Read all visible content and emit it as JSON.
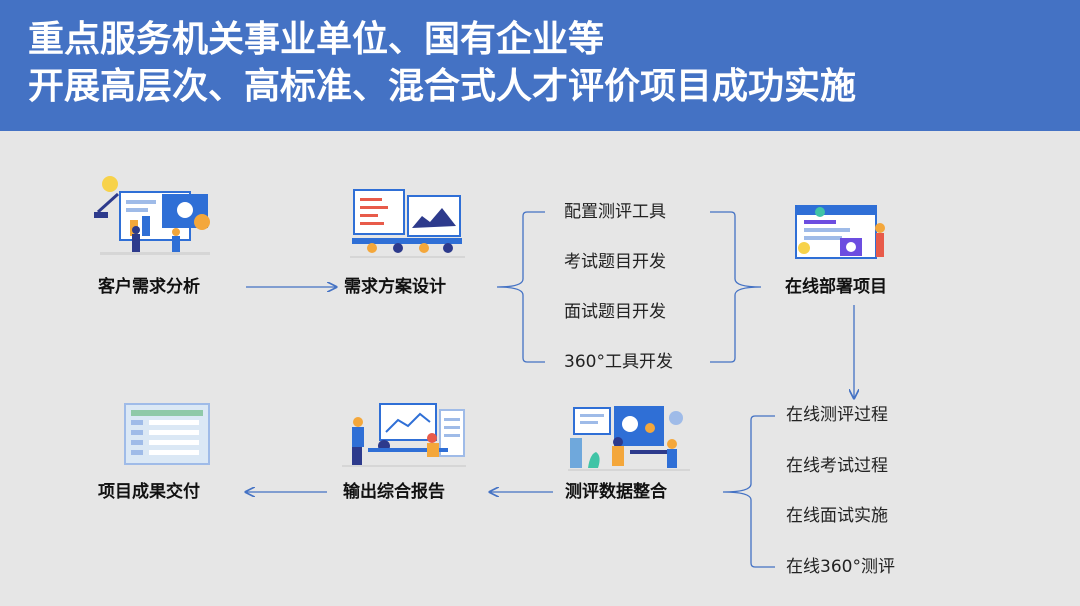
{
  "header": {
    "line1": "重点服务机关事业单位、国有企业等",
    "line2": "开展高层次、高标准、混合式人才评价项目成功实施"
  },
  "nodes": {
    "needs_analysis": "客户需求分析",
    "solution_design": "需求方案设计",
    "online_deploy": "在线部署项目",
    "data_integration": "测评数据整合",
    "report_output": "输出综合报告",
    "deliverables": "项目成果交付"
  },
  "design_steps": [
    "配置测评工具",
    "考试题目开发",
    "面试题目开发",
    "360°工具开发"
  ],
  "online_steps": [
    "在线测评过程",
    "在线考试过程",
    "在线面试实施",
    "在线360°测评"
  ],
  "colors": {
    "header": "#4472c4",
    "background": "#e6e6e6",
    "connector": "#4472c4"
  }
}
